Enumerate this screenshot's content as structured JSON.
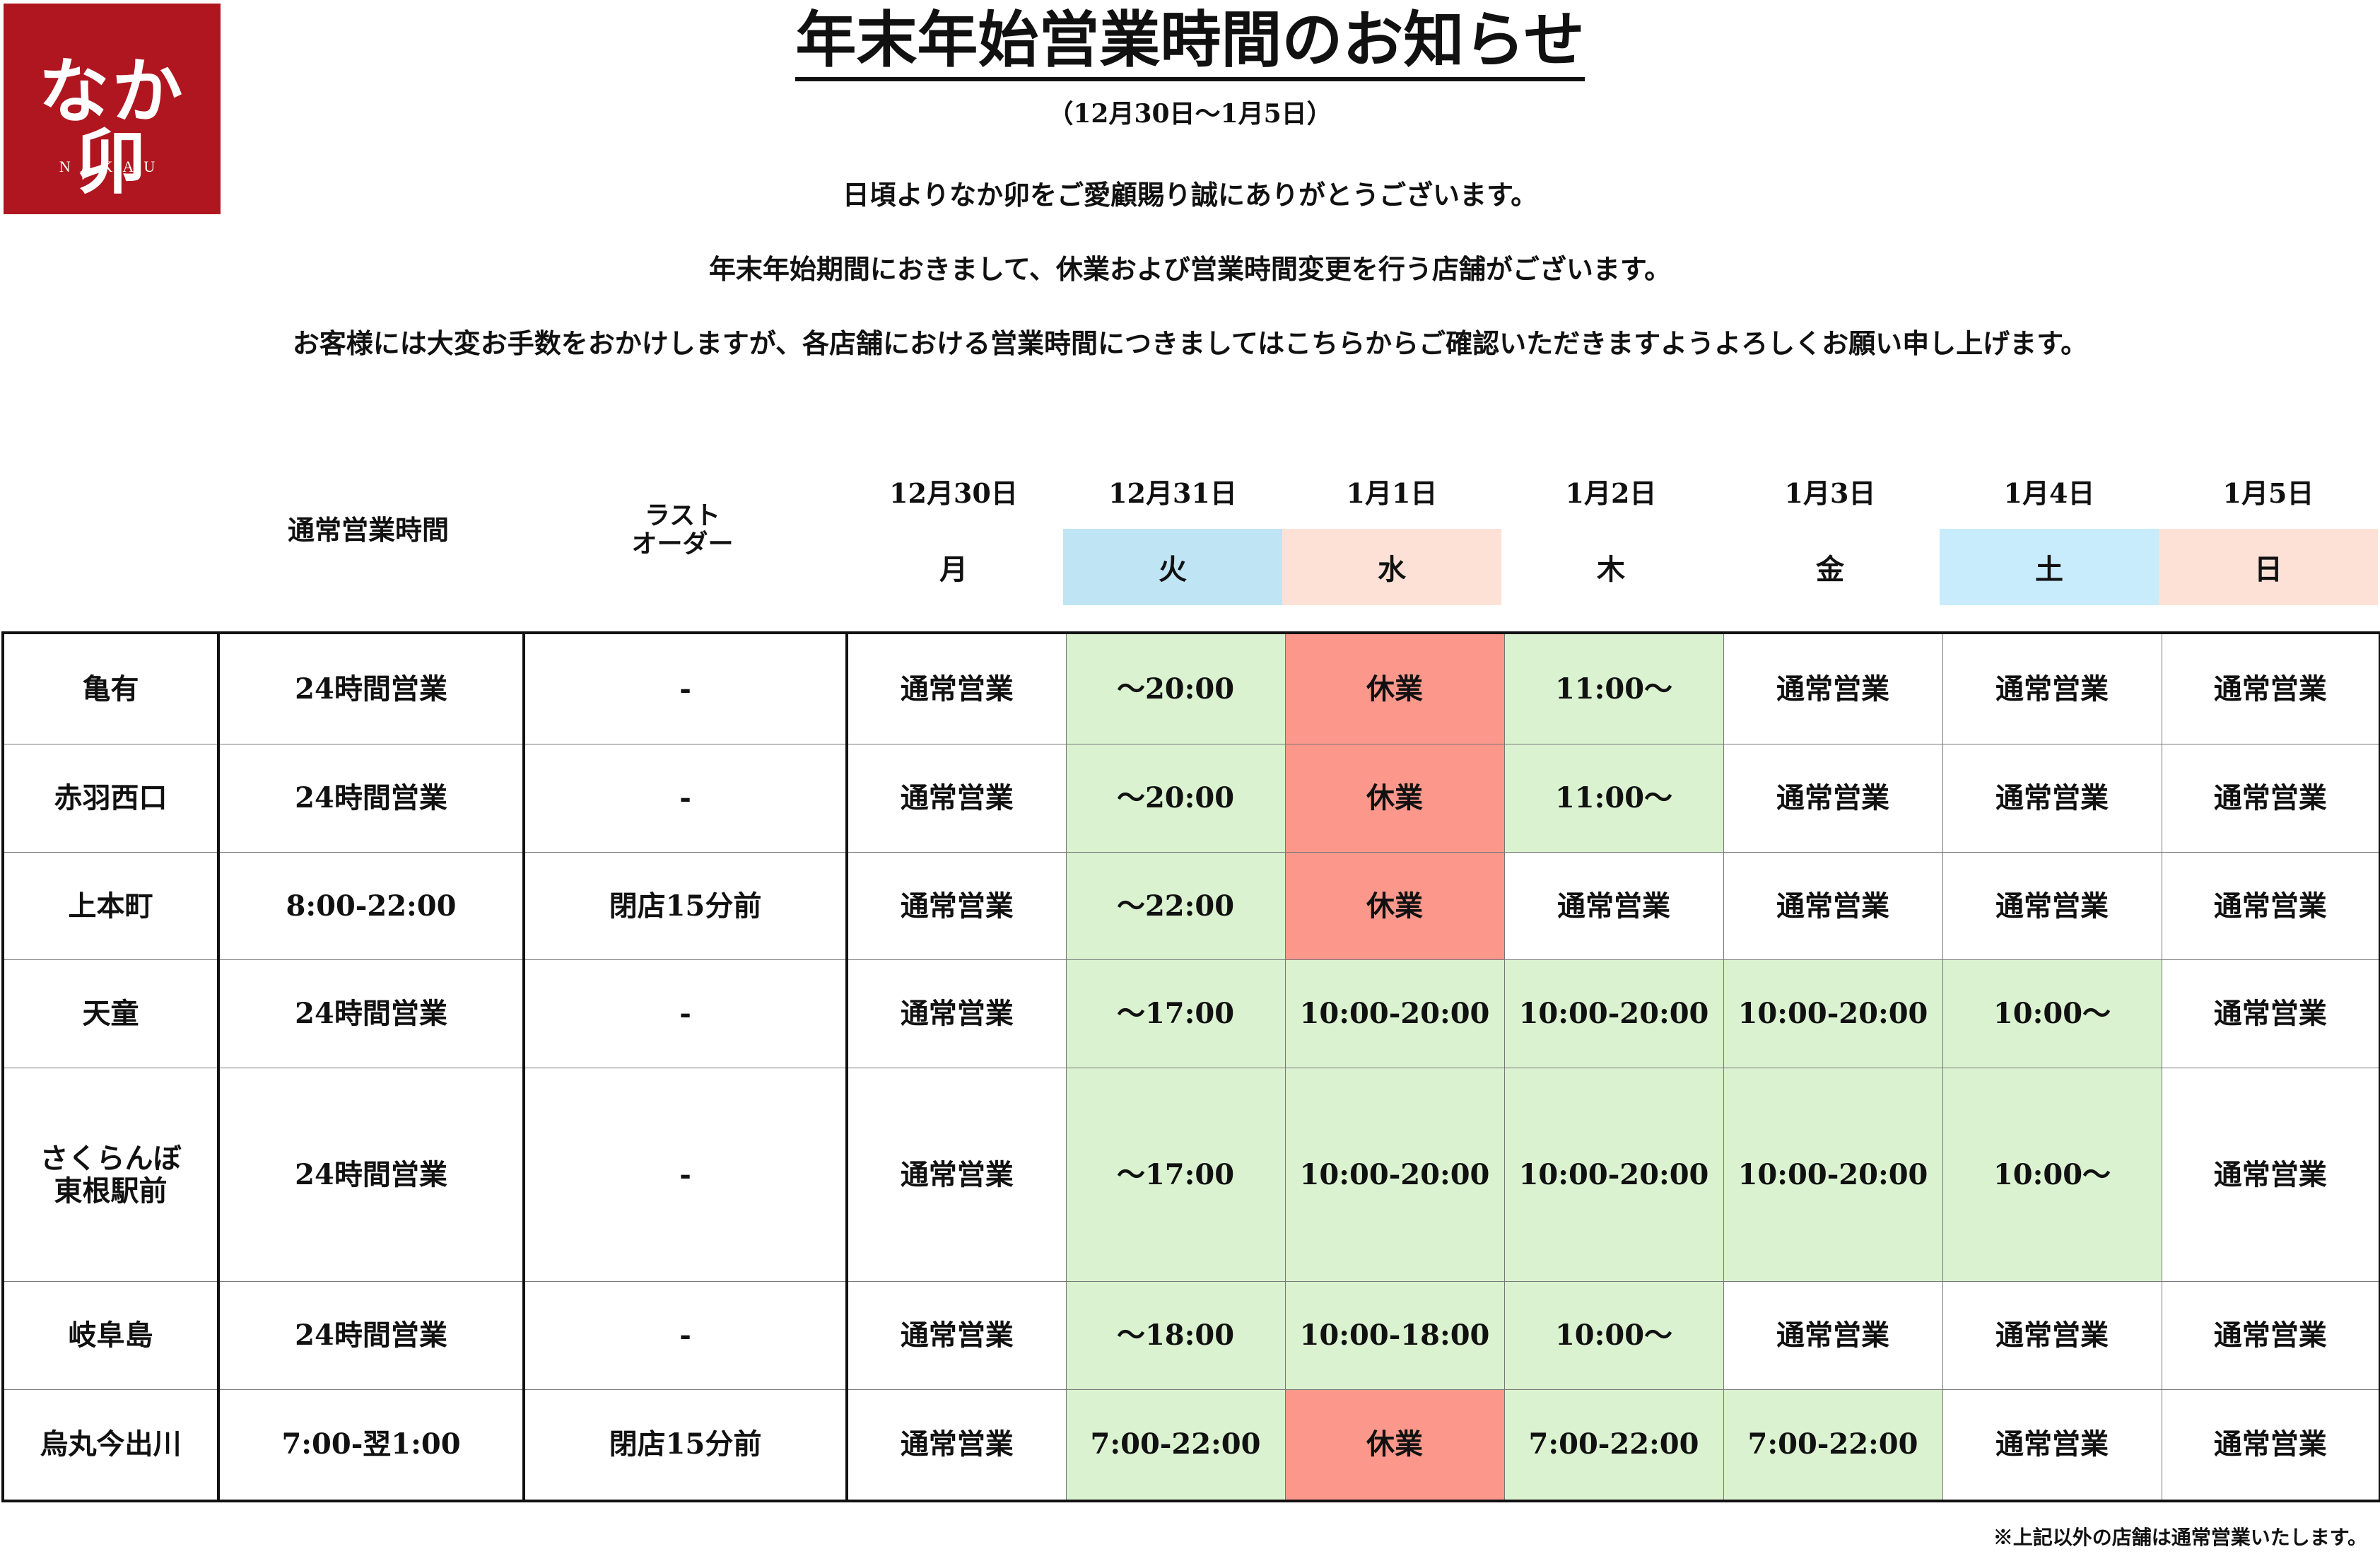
{
  "logo": {
    "mark": "なか卯",
    "sub": "NAKAU"
  },
  "title": "年末年始営業時間のお知らせ",
  "period": "（12月30日～1月5日）",
  "messages": [
    "日頃よりなか卯をご愛顧賜り誠にありがとうございます。",
    "年末年始期間におきまして、休業および営業時間変更を行う店舗がございます。",
    "お客様には大変お手数をおかけしますが、各店舗における営業時間につきましてはこちらからご確認いただきますようよろしくお願い申し上げます。"
  ],
  "headers": {
    "normal_hours": "通常営業時間",
    "last_order": "ラスト\nオーダー",
    "dates": [
      "12月30日",
      "12月31日",
      "1月1日",
      "1月2日",
      "1月3日",
      "1月4日",
      "1月5日"
    ],
    "weekdays": [
      "月",
      "火",
      "水",
      "木",
      "金",
      "土",
      "日"
    ]
  },
  "colors": {
    "weekday_tue": "#bfe4f4",
    "weekday_wed": "#fde1d6",
    "weekday_sat": "#c8ecfb",
    "weekday_sun": "#fde1d6",
    "changed_hours": "#daf2d0",
    "closed": "#fb988b"
  },
  "stores": [
    {
      "name": "亀有",
      "normal": "24時間営業",
      "last_order": "-",
      "days": [
        [
          "通常営業",
          ""
        ],
        [
          "～20:00",
          "g"
        ],
        [
          "休業",
          "r"
        ],
        [
          "11:00～",
          "g"
        ],
        [
          "通常営業",
          ""
        ],
        [
          "通常営業",
          ""
        ],
        [
          "通常営業",
          ""
        ]
      ]
    },
    {
      "name": "赤羽西口",
      "normal": "24時間営業",
      "last_order": "-",
      "days": [
        [
          "通常営業",
          ""
        ],
        [
          "～20:00",
          "g"
        ],
        [
          "休業",
          "r"
        ],
        [
          "11:00～",
          "g"
        ],
        [
          "通常営業",
          ""
        ],
        [
          "通常営業",
          ""
        ],
        [
          "通常営業",
          ""
        ]
      ]
    },
    {
      "name": "上本町",
      "normal": "8:00-22:00",
      "last_order": "閉店15分前",
      "days": [
        [
          "通常営業",
          ""
        ],
        [
          "～22:00",
          "g"
        ],
        [
          "休業",
          "r"
        ],
        [
          "通常営業",
          ""
        ],
        [
          "通常営業",
          ""
        ],
        [
          "通常営業",
          ""
        ],
        [
          "通常営業",
          ""
        ]
      ]
    },
    {
      "name": "天童",
      "normal": "24時間営業",
      "last_order": "-",
      "days": [
        [
          "通常営業",
          ""
        ],
        [
          "～17:00",
          "g"
        ],
        [
          "10:00-20:00",
          "g"
        ],
        [
          "10:00-20:00",
          "g"
        ],
        [
          "10:00-20:00",
          "g"
        ],
        [
          "10:00～",
          "g"
        ],
        [
          "通常営業",
          ""
        ]
      ]
    },
    {
      "name": "さくらんぼ\n東根駅前",
      "normal": "24時間営業",
      "last_order": "-",
      "days": [
        [
          "通常営業",
          ""
        ],
        [
          "～17:00",
          "g"
        ],
        [
          "10:00-20:00",
          "g"
        ],
        [
          "10:00-20:00",
          "g"
        ],
        [
          "10:00-20:00",
          "g"
        ],
        [
          "10:00～",
          "g"
        ],
        [
          "通常営業",
          ""
        ]
      ]
    },
    {
      "name": "岐阜島",
      "normal": "24時間営業",
      "last_order": "-",
      "days": [
        [
          "通常営業",
          ""
        ],
        [
          "～18:00",
          "g"
        ],
        [
          "10:00-18:00",
          "g"
        ],
        [
          "10:00～",
          "g"
        ],
        [
          "通常営業",
          ""
        ],
        [
          "通常営業",
          ""
        ],
        [
          "通常営業",
          ""
        ]
      ]
    },
    {
      "name": "烏丸今出川",
      "normal": "7:00-翌1:00",
      "last_order": "閉店15分前",
      "days": [
        [
          "通常営業",
          ""
        ],
        [
          "7:00-22:00",
          "g"
        ],
        [
          "休業",
          "r"
        ],
        [
          "7:00-22:00",
          "g"
        ],
        [
          "7:00-22:00",
          "g"
        ],
        [
          "通常営業",
          ""
        ],
        [
          "通常営業",
          ""
        ]
      ]
    }
  ],
  "footnote": "※上記以外の店舗は通常営業いたします。"
}
